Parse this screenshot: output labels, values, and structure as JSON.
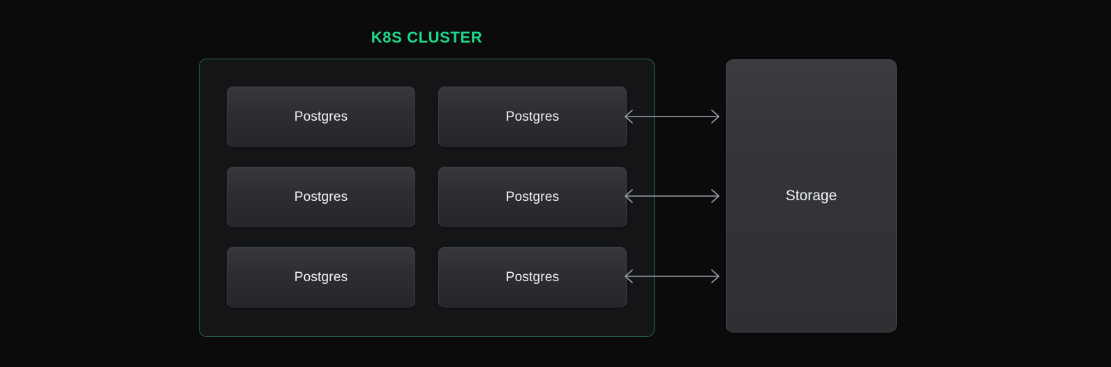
{
  "page": {
    "background_color": "#0b0b0c"
  },
  "cluster": {
    "title": "K8S CLUSTER",
    "title_color": "#20d98b",
    "border_color": "#256b4b",
    "fill_color": "#141517",
    "nodes": [
      {
        "label": "Postgres"
      },
      {
        "label": "Postgres"
      },
      {
        "label": "Postgres"
      },
      {
        "label": "Postgres"
      },
      {
        "label": "Postgres"
      },
      {
        "label": "Postgres"
      }
    ]
  },
  "storage": {
    "label": "Storage",
    "fill_color": "#333539",
    "text_color": "#f2f4f6"
  },
  "connectors": {
    "color": "#9aa1a8",
    "style": "double-headed-arrow",
    "count": 3
  }
}
